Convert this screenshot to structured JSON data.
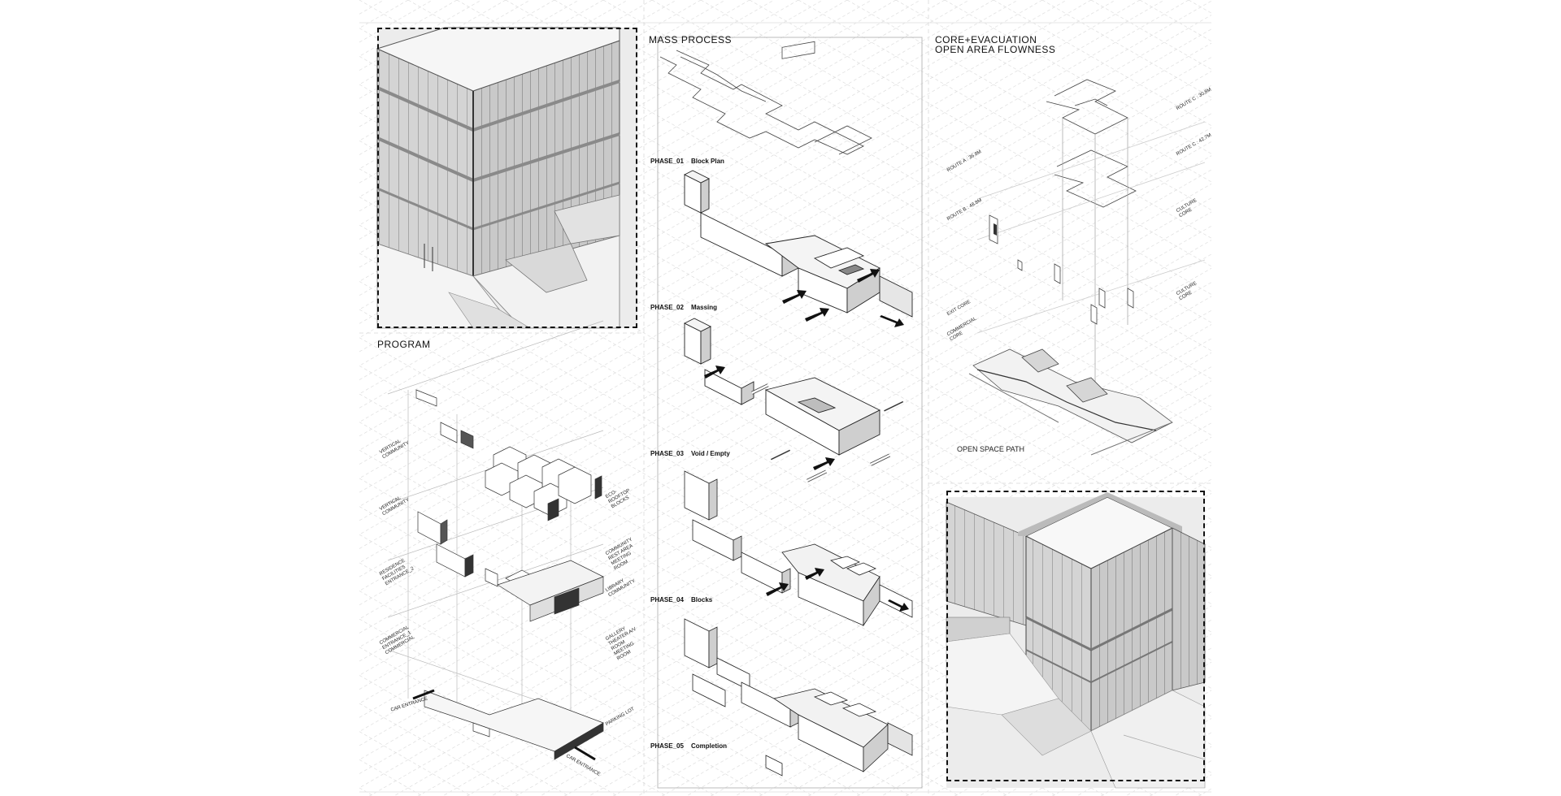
{
  "sections": {
    "mass_process": "MASS PROCESS",
    "core_title_1": "CORE+EVACUATION",
    "core_title_2": "OPEN AREA FLOWNESS",
    "program": "PROGRAM",
    "open_space_path": "OPEN SPACE PATH"
  },
  "phases": [
    {
      "num": "PHASE_01",
      "name": "Block Plan"
    },
    {
      "num": "PHASE_02",
      "name": "Massing"
    },
    {
      "num": "PHASE_03",
      "name": "Void / Empty"
    },
    {
      "num": "PHASE_04",
      "name": "Blocks"
    },
    {
      "num": "PHASE_05",
      "name": "Completion"
    }
  ],
  "program_left": [
    "VERTICAL COMMUNITY",
    "VERTICAL COMMUNITY",
    "RESIDENCE FACILITIES ENTRANCE_2",
    "COMMERCIAL ENTRANCE_1 COMMERCIAL"
  ],
  "program_right": [
    "ECO-ROOFTOP BLOCKS",
    "COMMUNITY REST AREA MEETING ROOM",
    "LIBRARY COMMUNITY",
    "GALLERY THEATER A/V ROOM MEETING ROOM",
    "PARKING LOT"
  ],
  "car_entrances": [
    "CAR ENTRANCE",
    "CAR ENTRANCE"
  ],
  "routes": [
    "ROUTE C : 30.8M",
    "ROUTE C : 42.7M",
    "ROUTE A : 36.8M",
    "ROUTE B : 48.8M"
  ],
  "cores": [
    "CULTURE CORE",
    "EXIT CORE",
    "CULTURE CORE",
    "COMMERCIAL CORE"
  ],
  "colors": {
    "line": "#1a1a1a",
    "grid": "#cfcfcf",
    "glass": "#dcdcdc",
    "shadow": "#bdbdbd"
  }
}
